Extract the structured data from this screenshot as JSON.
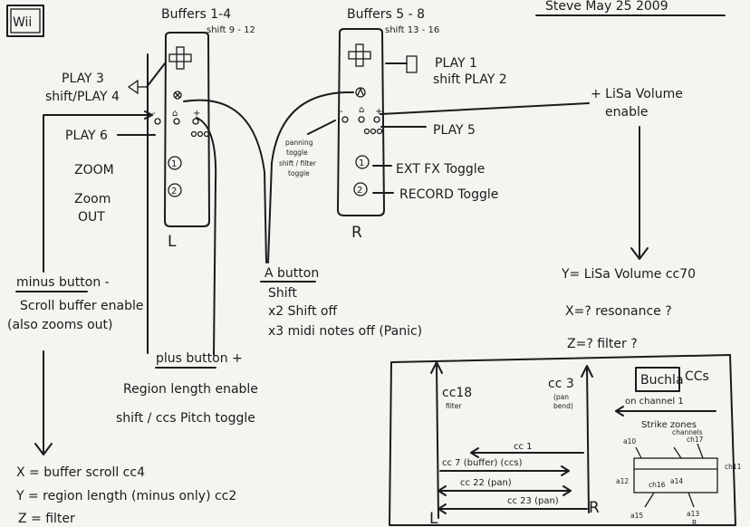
{
  "header": {
    "wii_box": "Wii",
    "date_text": "Steve May 25 2009"
  },
  "left_remote": {
    "title": "Buffers 1-4",
    "subtitle": "shift 9 - 12",
    "letter": "L",
    "play3": "PLAY 3",
    "shift_play4": "shift/PLAY 4",
    "play6": "PLAY 6",
    "zoom": "ZOOM",
    "zoom_out_1": "Zoom",
    "zoom_out_2": "OUT",
    "btn_minus": "-",
    "btn_home": "⌂",
    "btn_plus": "+",
    "btn_one": "1",
    "btn_two": "2"
  },
  "right_remote": {
    "title": "Buffers 5 - 8",
    "subtitle": "shift 13 - 16",
    "letter": "R",
    "play1": "PLAY 1",
    "shift_play2": "shift PLAY 2",
    "play5": "PLAY 5",
    "ext_fx": "EXT FX Toggle",
    "record": "RECORD Toggle",
    "panning_lines": [
      "panning",
      "toggle",
      "shift / filter",
      "toggle"
    ],
    "btn_minus": "-",
    "btn_home": "⌂",
    "btn_plus": "+",
    "btn_one": "1",
    "btn_two": "2"
  },
  "lisa": {
    "line1": "+ LiSa Volume",
    "line2": "enable",
    "y_line": "Y= LiSa Volume cc70",
    "x_line": "X=? resonance ?",
    "z_line": "Z=? filter ?"
  },
  "minus_button": {
    "heading": "minus button -",
    "line1": "Scroll buffer enable",
    "line2": "(also zooms out)"
  },
  "a_button": {
    "heading": "A button",
    "line1": "Shift",
    "line2": "x2 Shift off",
    "line3": "x3 midi notes off (Panic)"
  },
  "plus_button": {
    "heading": "plus button +",
    "line1": "Region length enable",
    "line2": "shift / ccs Pitch toggle"
  },
  "xyz_left": {
    "x": "X = buffer scroll cc4",
    "y": "Y = region length (minus only) cc2",
    "z": "Z = filter"
  },
  "cc_diagram": {
    "cc18": "cc18",
    "cc18_sub": "filter",
    "cc3": "cc 3",
    "cc3_sub1": "(pan",
    "cc3_sub2": "bend)",
    "cc1": "cc 1",
    "cc7": "cc 7 (buffer) (ccs)",
    "cc22": "cc 22 (pan)",
    "cc23": "cc 23 (pan)",
    "l": "L",
    "r": "R"
  },
  "buchla": {
    "name": "Buchla",
    "suffix": "CCs",
    "channel": "on channel 1",
    "strike": "Strike zones",
    "channels": "channels",
    "labels": [
      "a10",
      "ch17",
      "a12",
      "ch16",
      "a14",
      "a15",
      "a13",
      "ch11",
      "R"
    ]
  }
}
